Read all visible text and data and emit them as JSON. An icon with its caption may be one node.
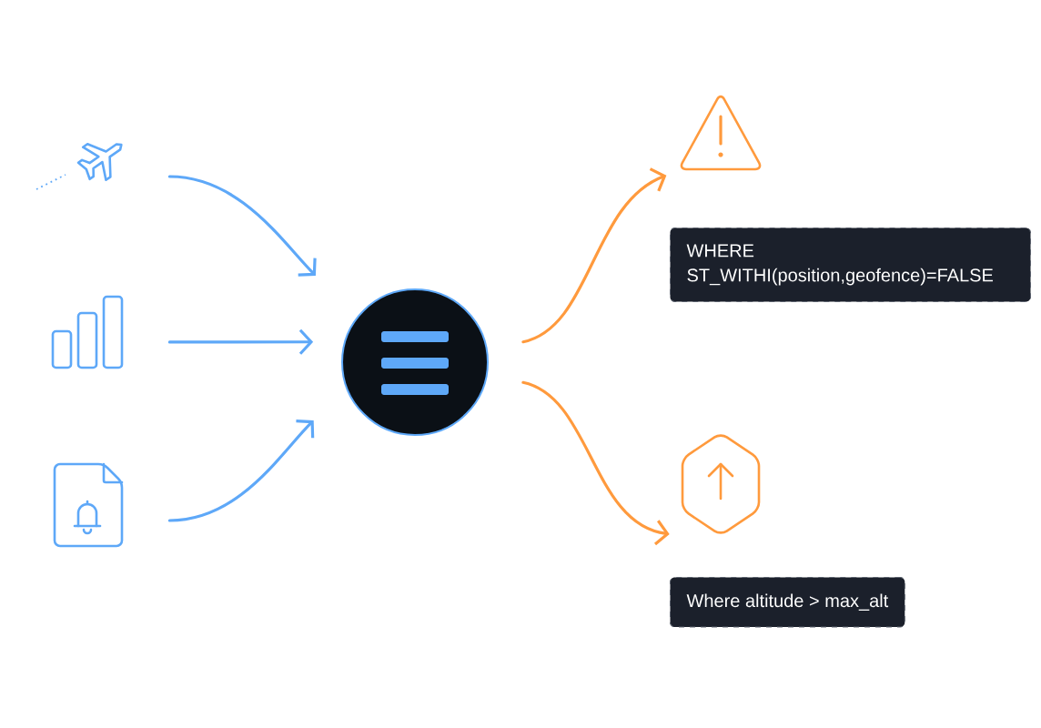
{
  "diagram": {
    "nodes": [
      {
        "text": [],
        "shape": "airplane"
      },
      {
        "text": [],
        "shape": "chart"
      },
      {
        "text": [],
        "shape": "document"
      },
      {
        "text": [],
        "shape": "circle"
      },
      {
        "text": [],
        "shape": "triangle"
      },
      {
        "text": [
          "WHERE ST_WITHI(position,geofence)=FALSE"
        ]
      },
      {
        "text": [],
        "shape": "hexagon"
      },
      {
        "text": [
          "Where altitude > max_alt"
        ]
      }
    ],
    "edges": [
      {
        "from": 0,
        "to": 3,
        "arrow": "to"
      },
      {
        "from": 1,
        "to": 3,
        "arrow": "to"
      },
      {
        "from": 2,
        "to": 3,
        "arrow": "to"
      },
      {
        "from": 3,
        "to": 4,
        "arrow": "to",
        "color": "#ff9a3d"
      },
      {
        "from": 3,
        "to": 6,
        "arrow": "to",
        "color": "#ff9a3d"
      }
    ]
  }
}
